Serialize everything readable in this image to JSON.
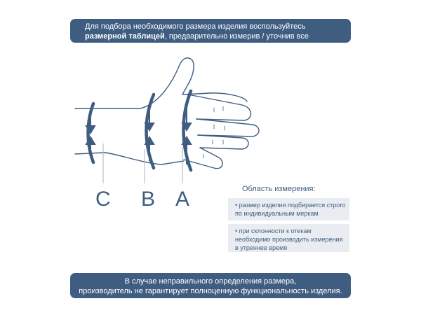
{
  "header": {
    "text_before": "Для подбора необходимого размера изделия воспользуйтесь ",
    "bold_text": "размерной таблицей",
    "text_after": ", предварительно измерив / уточнив все необходимые параметры"
  },
  "zones": {
    "c": "C",
    "b": "B",
    "a": "A"
  },
  "area": {
    "title": "Область измерения:",
    "notes": [
      "• размер изделия подбирается строго по индивидуальным меркам",
      "• при склонности к отекам необходимо производить измерения в утреннее время"
    ]
  },
  "footer": {
    "line1": "В случае неправильного определения размера,",
    "line2": "производитель не гарантирует полноценную функциональность изделия."
  },
  "colors": {
    "accent": "#3e5d80",
    "note_bg": "#e9ecf0"
  },
  "icons": [
    "hand-illustration",
    "measure-ring-icon",
    "arrow-down-icon",
    "arrow-up-icon"
  ]
}
